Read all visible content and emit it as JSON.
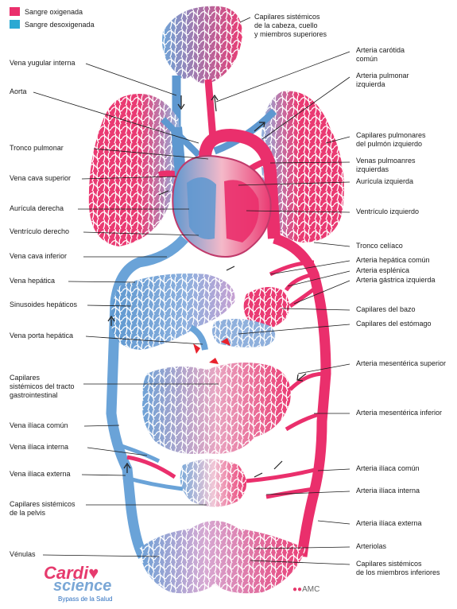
{
  "legend": [
    {
      "label": "Sangre oxigenada",
      "color": "#ea2f6c"
    },
    {
      "label": "Sangre desoxigenada",
      "color": "#2ba9d3"
    }
  ],
  "colors": {
    "oxygenated": "#ea2f6c",
    "deoxygenated": "#5a97cf",
    "mixed": "#c8a7d8",
    "line": "#222222"
  },
  "labels_left": [
    "Vena yugular interna",
    "Aorta",
    "Tronco pulmonar",
    "Vena cava superior",
    "Aurícula derecha",
    "Ventrículo derecho",
    "Vena cava inferior",
    "Vena hepática",
    "Sinusoides hepáticos",
    "Vena porta hepática",
    "Capilares\nsistémicos del tracto\ngastrointestinal",
    "Vena ilíaca común",
    "Vena ilíaca interna",
    "Vena ilíaca externa",
    "Capilares sistémicos\nde la pelvis",
    "Vénulas"
  ],
  "labels_right": [
    "Capilares sistémicos\nde la cabeza, cuello\ny miembros superiores",
    "Arteria carótida\ncomún",
    "Arteria pulmonar\nizquierda",
    "Capilares pulmonares\ndel pulmón izquierdo",
    "Venas pulmoanres\nizquierdas",
    "Aurícula izquierda",
    "Ventrículo izquierdo",
    "Tronco celíaco",
    "Arteria hepática común",
    "Arteria esplénica",
    "Arteria gástrica izquierda",
    "Capilares del bazo",
    "Capilares del estómago",
    "Arteria mesentérica superior",
    "Arteria mesentérica inferior",
    "Arteria ilíaca común",
    "Arteria ilíaca interna",
    "Arteria ilíaca externa",
    "Arteriolas",
    "Capilares sistémicos\nde los miembros inferiores"
  ],
  "brand": {
    "part1": "Cardi",
    "heart": "♥",
    "part2": "science",
    "tagline": "Bypass de la Salud"
  },
  "watermark": "AMC"
}
